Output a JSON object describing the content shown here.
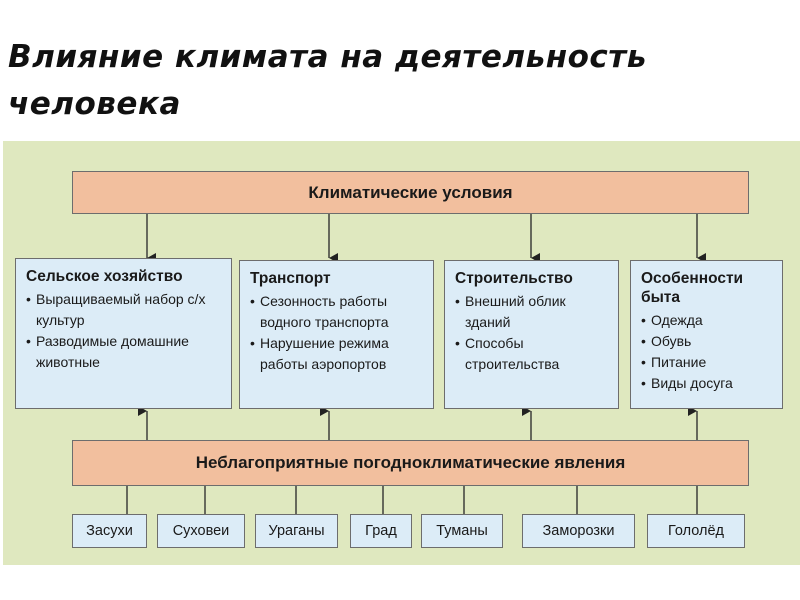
{
  "title": "Влияние климата на деятельность человека",
  "top_node": "Климатические условия",
  "categories": [
    {
      "title": "Сельское хозяйство",
      "items": [
        "Выращиваемый набор с/х культур",
        "Разводимые домашние животные"
      ]
    },
    {
      "title": "Транспорт",
      "items": [
        "Сезонность работы водного транспорта",
        "Нарушение режима работы аэропортов"
      ]
    },
    {
      "title": "Строительство",
      "items": [
        "Внешний облик зданий",
        "Способы строительства"
      ]
    },
    {
      "title": "Особенности быта",
      "items": [
        "Одежда",
        "Обувь",
        "Питание",
        "Виды досуга"
      ]
    }
  ],
  "bottom_node": "Неблагоприятные погодноклиматические явления",
  "phenomena": [
    "Засухи",
    "Суховеи",
    "Ураганы",
    "Град",
    "Туманы",
    "Заморозки",
    "Гололёд"
  ],
  "colors": {
    "header_fill": "#f2bf9e",
    "card_fill": "#dcecf7",
    "panel_bg": "#dfe8bf"
  }
}
